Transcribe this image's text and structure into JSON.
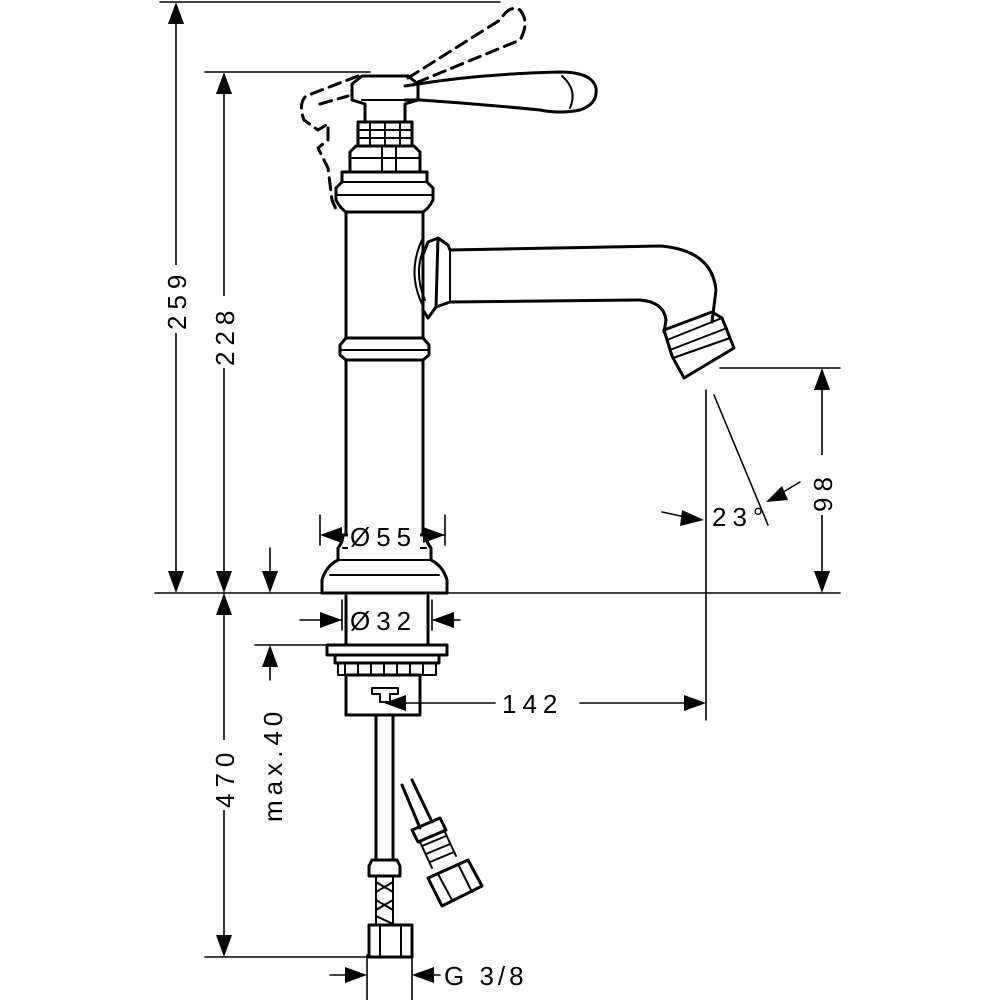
{
  "dimensions": {
    "total_height": "259",
    "spout_height_top": "228",
    "spout_outlet_height": "98",
    "spout_angle": "23°",
    "body_diameter": "Ø55",
    "shank_diameter": "Ø32",
    "below_deck_length": "470",
    "max_deck_thickness": "max.40",
    "spout_reach": "142",
    "connection_thread": "G 3/8"
  }
}
